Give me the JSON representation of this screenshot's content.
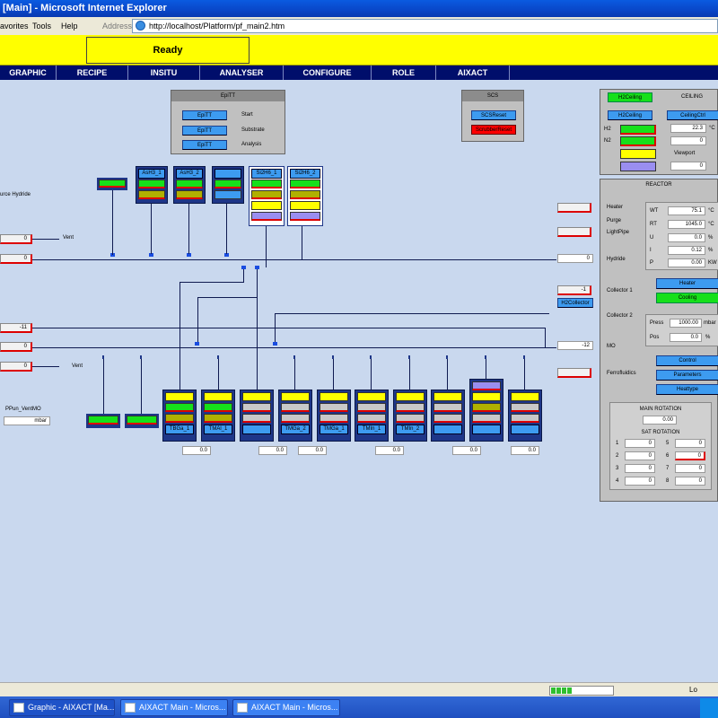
{
  "window": {
    "title": "[Main] - Microsoft Internet Explorer"
  },
  "menu": {
    "favorites": "avorites",
    "tools": "Tools",
    "help": "Help",
    "address_label": "Address",
    "url": "http://localhost/Platform/pf_main2.htm"
  },
  "status": {
    "ready": "Ready"
  },
  "nav": {
    "tabs": [
      "GRAPHIC",
      "RECIPE",
      "INSITU",
      "ANALYSER",
      "CONFIGURE",
      "ROLE",
      "AIXACT"
    ]
  },
  "epitt": {
    "title": "EpiTT",
    "buttons": [
      "EpiTT",
      "EpiTT",
      "EpiTT"
    ],
    "labels": [
      "Start",
      "Substrate",
      "Analysis"
    ]
  },
  "scs": {
    "title": "SCS",
    "reset": "SCSReset",
    "button2": "ScrubberReset"
  },
  "ceiling": {
    "h2ceiling_top": "H2Ceiling",
    "title": "CEILING",
    "h2ceiling": "H2Ceiling",
    "ceilingctrl": "CeilingCtrl",
    "h2_label": "H2",
    "n2_label": "N2",
    "viewport": "Viewport",
    "temp": "22.3",
    "temp_unit": "°C",
    "val2": "0",
    "viewport_val": "0"
  },
  "reactor": {
    "title": "REACTOR",
    "left_labels": [
      "Heater",
      "Purge",
      "LightPipe",
      "Hydride",
      "Collector 1",
      "Collector 2",
      "MO",
      "Ferrofluidics"
    ],
    "wt_label": "WT",
    "wt_val": "75.1",
    "wt_unit": "°C",
    "rt_label": "RT",
    "rt_val": "1045.0",
    "rt_unit": "°C",
    "u_label": "U",
    "u_val": "0.0",
    "u_unit": "%",
    "i_label": "I",
    "i_val": "0.12",
    "i_unit": "%",
    "p_label": "P",
    "p_val": "0.00",
    "p_unit": "KW",
    "heater_btn": "Heater",
    "cooling_btn": "Cooling",
    "press_label": "Press",
    "press_val": "1000.00",
    "press_unit": "mbar",
    "pos_label": "Pos",
    "pos_val": "0.0",
    "pos_unit": "%",
    "control_btn": "Control",
    "params_btn": "Parameters",
    "heattype_btn": "Heattype",
    "h2collector": "H2Collector",
    "hydride_val": "0",
    "mo_val": "-12",
    "collector1_val": "-1"
  },
  "rotation": {
    "main_title": "MAIN ROTATION",
    "main_val": "0.00",
    "sat_title": "SAT ROTATION",
    "left_nums": [
      "1",
      "2",
      "3",
      "4"
    ],
    "right_nums": [
      "5",
      "6",
      "7",
      "8"
    ],
    "left_vals": [
      "0",
      "0",
      "0",
      "0"
    ],
    "right_vals": [
      "0",
      "0",
      "0",
      "0"
    ]
  },
  "hydride_sources": {
    "labels": [
      "AsH3_1",
      "AsH3_2",
      "",
      "Si2H6_1",
      "Si2H6_2"
    ],
    "source_label": "urce Hydride"
  },
  "left": {
    "vent": "Vent",
    "vent2": "Vent",
    "ppun": "PPun_VentMO",
    "ppun_unit": "mbar",
    "vals": [
      "0",
      "0",
      "-11",
      "0",
      "0"
    ]
  },
  "mo_sources": {
    "labels": [
      "TBGa_1",
      "TMAl_1",
      "",
      "TMGa_2",
      "TMGa_1",
      "TMIn_1",
      "TMIn_2",
      "",
      "",
      ""
    ],
    "bottom_vals": [
      "0.0",
      "0.0",
      "0.0",
      "0.0",
      "0.0",
      "0.0"
    ]
  },
  "statusbar": {
    "right": "Lo"
  },
  "taskbar": {
    "items": [
      "Graphic - AIXACT [Ma...",
      "AIXACT Main - Micros...",
      "AIXACT Main - Micros..."
    ]
  }
}
